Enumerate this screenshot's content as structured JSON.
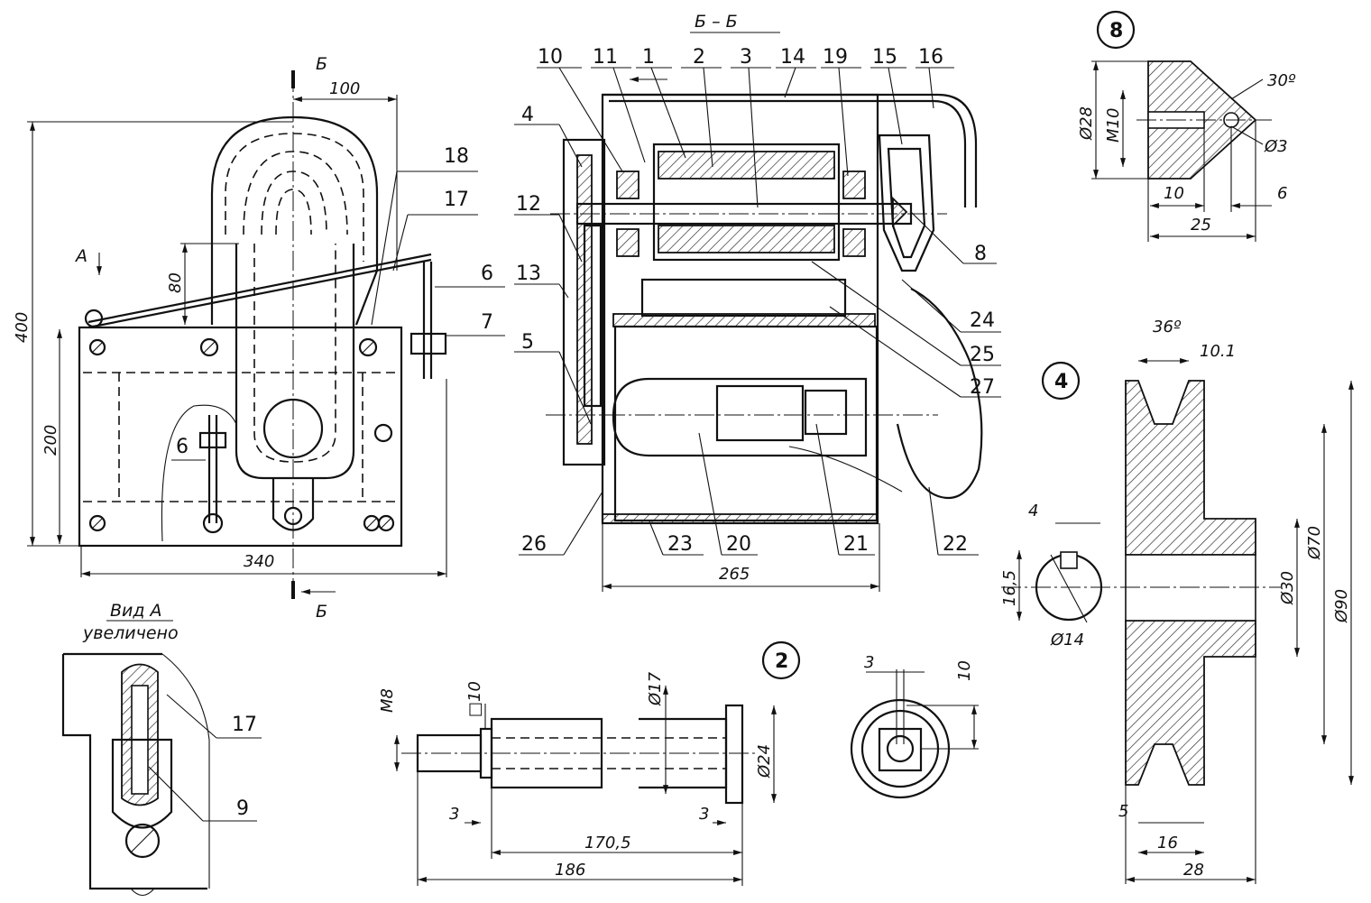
{
  "section_title": "Б – Б",
  "section_mark": "Б",
  "view_a_title": "Вид А",
  "view_a_subtitle": "увеличено",
  "view_a_arrow": "А",
  "detail_numbers": {
    "d8": "8",
    "d4": "4",
    "d2": "2"
  },
  "main_dims": {
    "w100": "100",
    "h400": "400",
    "h80": "80",
    "h200": "200",
    "w340": "340"
  },
  "main_labels": {
    "l18": "18",
    "l17": "17",
    "l6a": "6",
    "l7": "7",
    "l6b": "6"
  },
  "section_labels": {
    "l10": "10",
    "l11": "11",
    "l1": "1",
    "l2": "2",
    "l3": "3",
    "l14": "14",
    "l19": "19",
    "l15": "15",
    "l16": "16",
    "l4": "4",
    "l12": "12",
    "l13": "13",
    "l5": "5",
    "l8": "8",
    "l24": "24",
    "l25": "25",
    "l27": "27",
    "l26": "26",
    "l23": "23",
    "l20": "20",
    "l21": "21",
    "l22": "22",
    "w265": "265"
  },
  "view_a_labels": {
    "l17": "17",
    "l9": "9"
  },
  "detail8_dims": {
    "d28": "Ø28",
    "m10": "M10",
    "a30": "30º",
    "d3": "Ø3",
    "w10": "10",
    "w6": "6",
    "w25": "25"
  },
  "detail4_dims": {
    "a36": "36º",
    "w101": "10.1",
    "w4": "4",
    "h165": "16,5",
    "d14": "Ø14",
    "d30": "Ø30",
    "d70": "Ø70",
    "d90": "Ø90",
    "w5": "5",
    "w16": "16",
    "w28": "28"
  },
  "detail2_dims": {
    "m8": "M8",
    "sq10": "□10",
    "d17": "Ø17",
    "d24": "Ø24",
    "w3a": "3",
    "w3b": "3",
    "w1705": "170,5",
    "w186": "186",
    "e3": "3",
    "e10": "10"
  }
}
